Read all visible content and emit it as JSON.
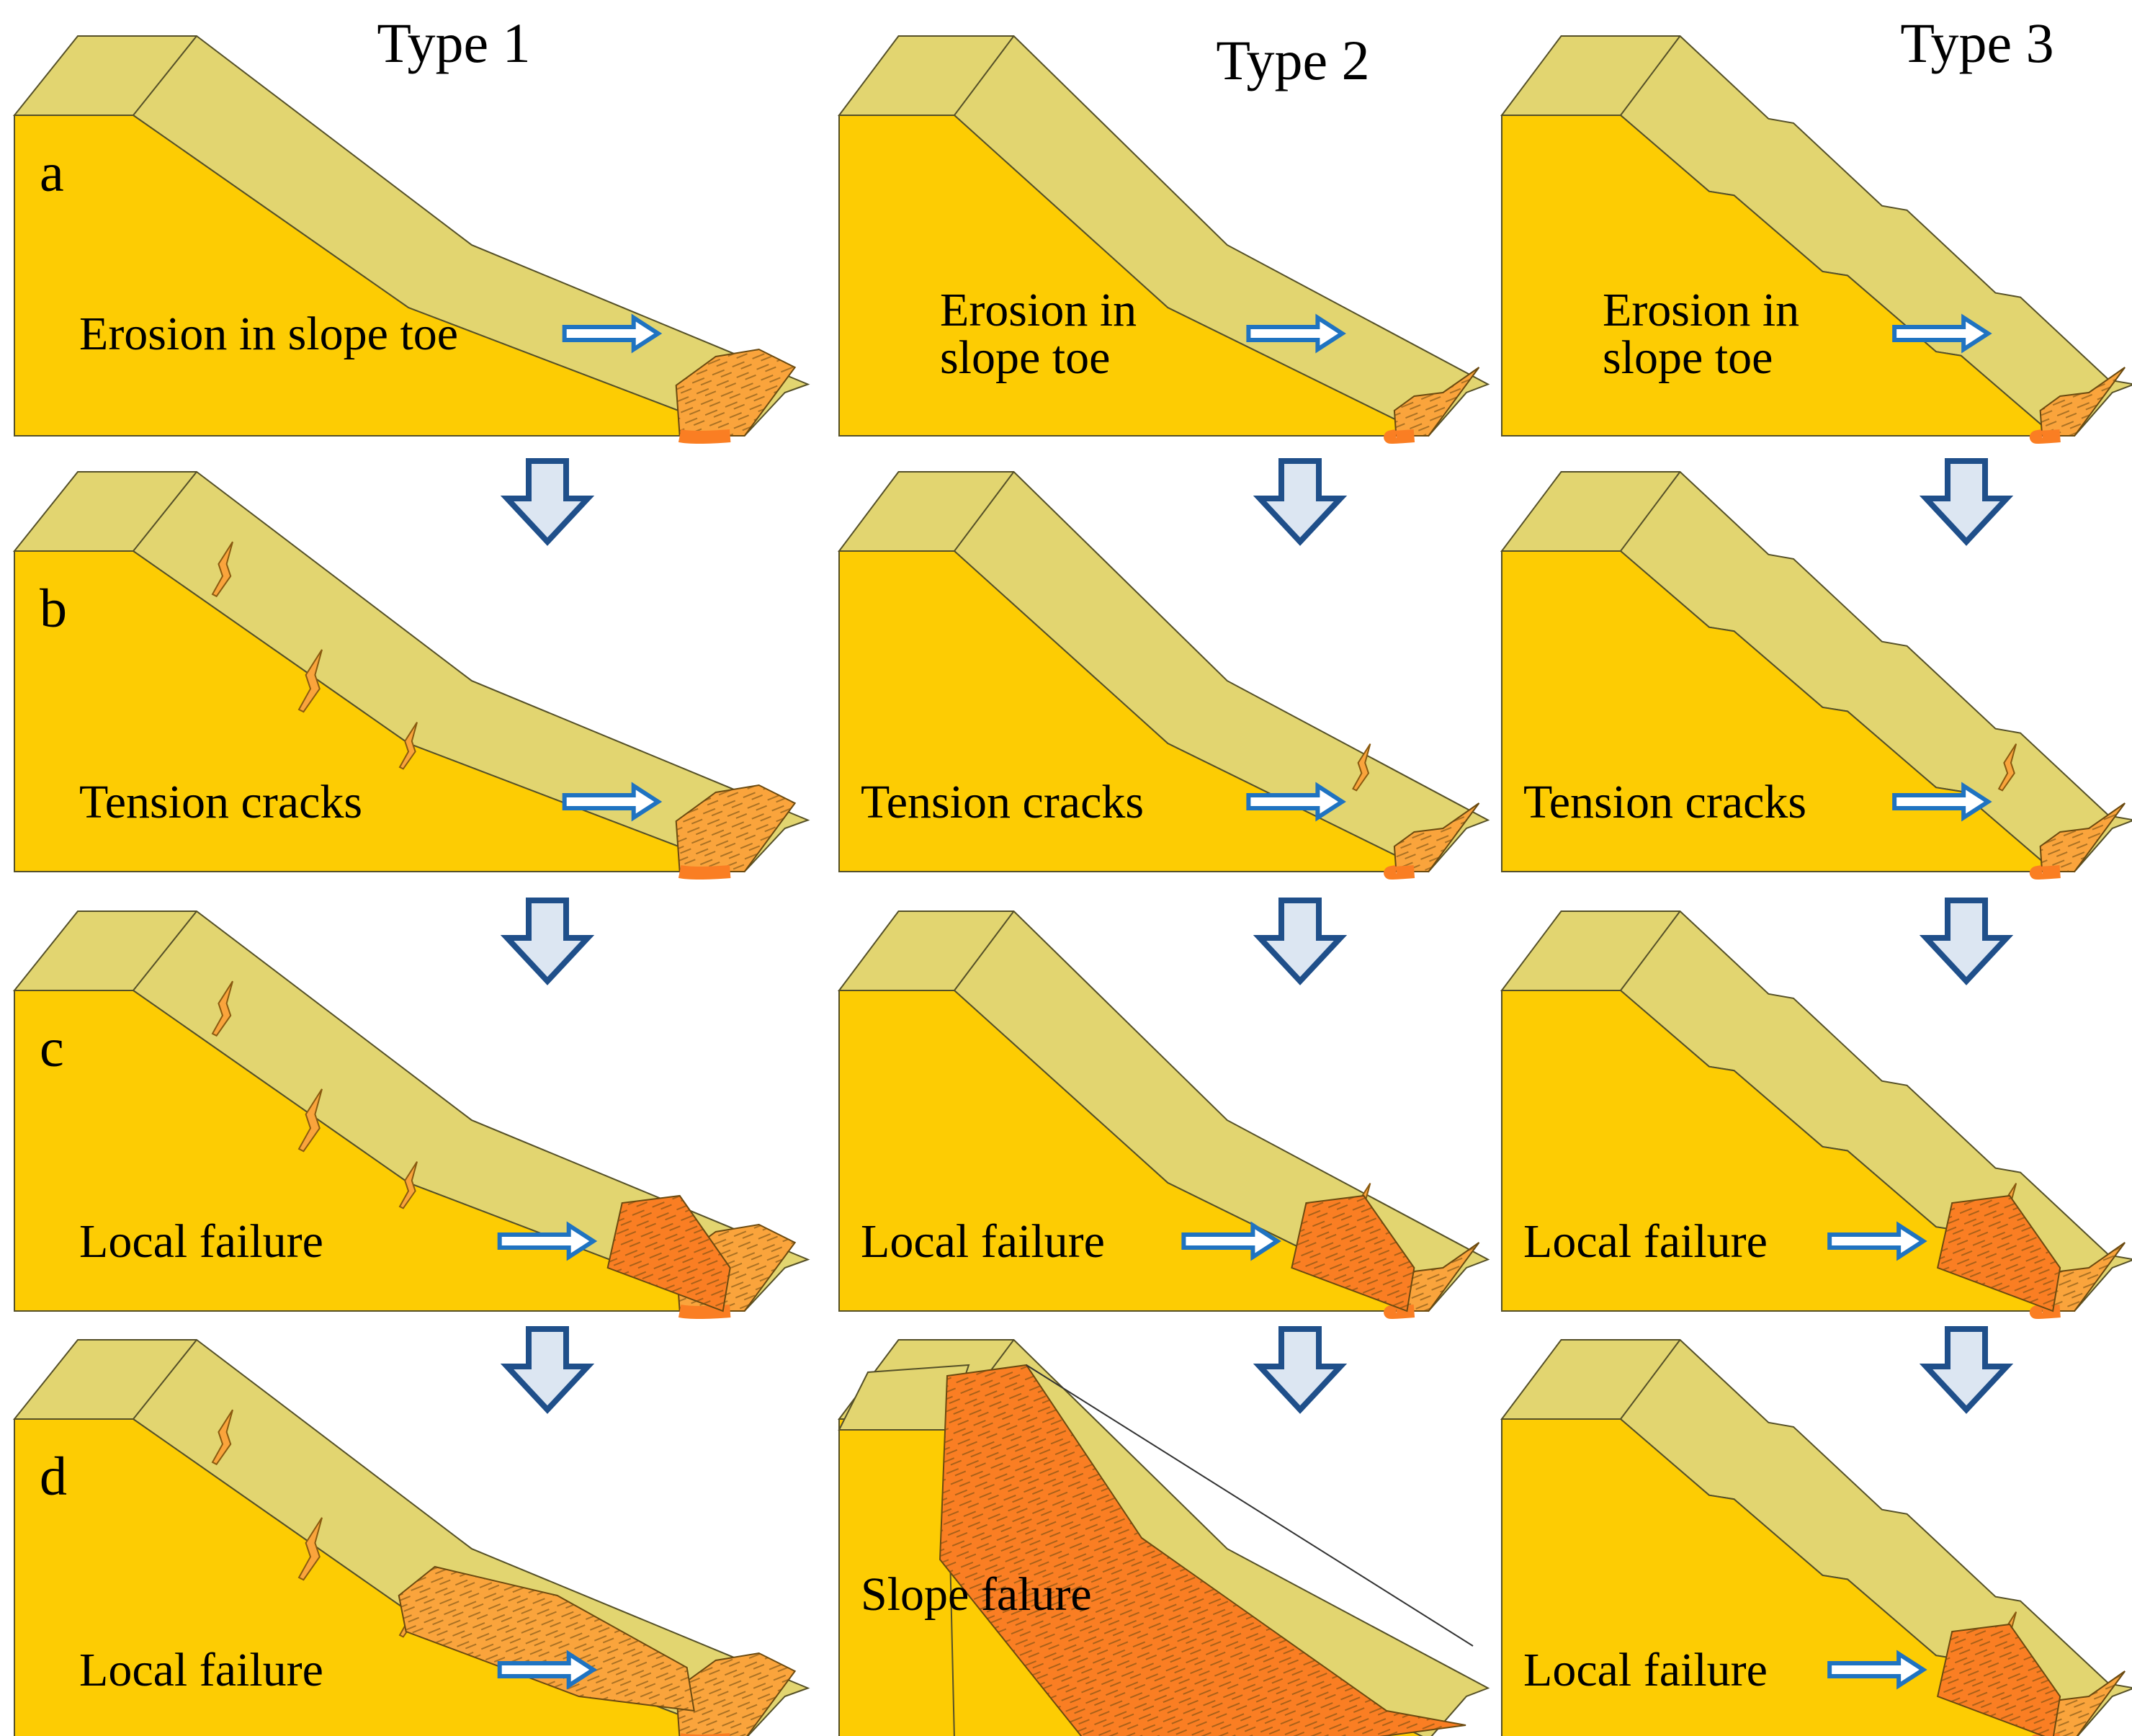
{
  "columns": [
    {
      "title": "Type 1",
      "panels": [
        {
          "label": "a",
          "note": [
            "Erosion in slope toe"
          ],
          "stage": 0
        },
        {
          "label": "b",
          "note": [
            "Tension cracks"
          ],
          "stage": 1
        },
        {
          "label": "c",
          "note": [
            "Local failure"
          ],
          "stage": 2
        },
        {
          "label": "d",
          "note": [
            "Local failure"
          ],
          "stage": 3
        }
      ]
    },
    {
      "title": "Type 2",
      "panels": [
        {
          "label": "",
          "note": [
            "Erosion in",
            "slope toe"
          ],
          "stage": 0
        },
        {
          "label": "",
          "note": [
            "Tension cracks"
          ],
          "stage": 1
        },
        {
          "label": "",
          "note": [
            "Local failure"
          ],
          "stage": 2
        },
        {
          "label": "",
          "note": [
            "Slope falure"
          ],
          "stage": 3
        }
      ]
    },
    {
      "title": "Type 3",
      "panels": [
        {
          "label": "",
          "note": [
            "Erosion in",
            "slope toe"
          ],
          "stage": 0
        },
        {
          "label": "",
          "note": [
            "Tension cracks"
          ],
          "stage": 1
        },
        {
          "label": "",
          "note": [
            "Local failure"
          ],
          "stage": 2
        },
        {
          "label": "",
          "note": [
            "Local failure"
          ],
          "stage": 3
        }
      ]
    }
  ],
  "colors": {
    "body": "#FDCC03",
    "top": "#E2D570",
    "edge": "#555028",
    "failure": "#FAA43C",
    "failure_deep": "#FA7E23",
    "arrow_stroke": "#1F73C1",
    "stage_arrow_fill": "#DCE6F2",
    "stage_arrow_stroke": "#1F4F8A"
  }
}
